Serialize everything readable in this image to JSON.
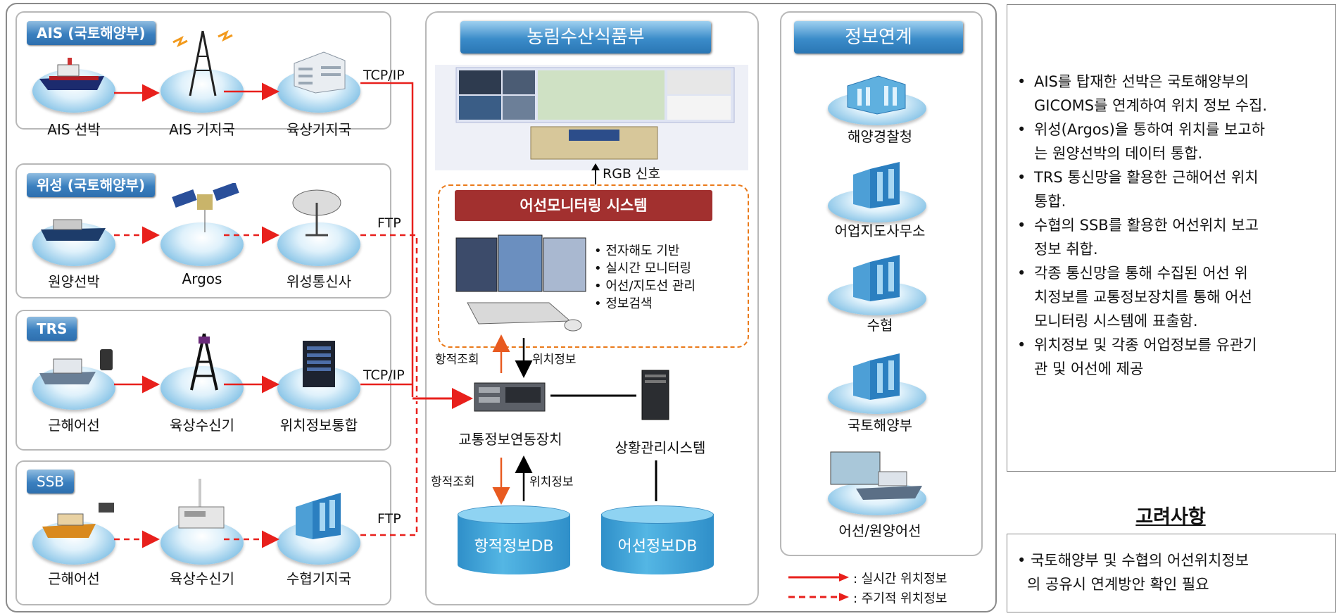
{
  "groups": {
    "ais": {
      "title": "AIS (국토해양부)",
      "nodes": [
        "AIS 선박",
        "AIS 기지국",
        "육상기지국"
      ],
      "link": "TCP/IP"
    },
    "sat": {
      "title": "위성 (국토해양부)",
      "nodes": [
        "원양선박",
        "Argos",
        "위성통신사"
      ],
      "link": "FTP"
    },
    "trs": {
      "title": "TRS",
      "nodes": [
        "근해어선",
        "육상수신기",
        "위치정보통합"
      ],
      "link": "TCP/IP"
    },
    "ssb": {
      "title": "SSB",
      "nodes": [
        "근해어선",
        "육상수신기",
        "수협기지국"
      ],
      "link": "FTP"
    }
  },
  "center": {
    "title": "농림수산식품부",
    "rgb": "RGB 신호",
    "system": "어선모니터링 시스템",
    "features": [
      "전자해도 기반",
      "실시간 모니터링",
      "어선/지도선 관리",
      "정보검색"
    ],
    "arrow_left_1": "항적조회",
    "arrow_right_1": "위치정보",
    "traffic": "교통정보연동장치",
    "situation": "상황관리시스템",
    "arrow_left_2": "항적조회",
    "arrow_right_2": "위치정보",
    "db1": "항적정보DB",
    "db2": "어선정보DB"
  },
  "link_panel": {
    "title": "정보연계",
    "items": [
      "해양경찰청",
      "어업지도사무소",
      "수협",
      "국토해양부",
      "어선/원양어선"
    ]
  },
  "legend": {
    "realtime": ": 실시간 위치정보",
    "periodic": ": 주기적 위치정보"
  },
  "info": {
    "bullet": "•",
    "items": [
      [
        "AIS를 탑재한 선박은 국토해양부의",
        "GICOMS를 연계하여 위치 정보 수집."
      ],
      [
        "위성(Argos)을 통하여 위치를 보고하",
        "는 원양선박의 데이터 통합."
      ],
      [
        "TRS 통신망을 활용한 근해어선 위치",
        "통합."
      ],
      [
        "수협의 SSB를 활용한 어선위치 보고",
        "정보 취합."
      ],
      [
        "각종 통신망을 통해 수집된 어선 위",
        "치정보를 교통정보장치를 통해 어선",
        "모니터링 시스템에 표출함."
      ],
      [
        "위치정보 및 각종 어업정보를 유관기",
        "관 및 어선에 제공"
      ]
    ]
  },
  "consider": {
    "title": "고려사항",
    "bullet": "•",
    "lines": [
      "국토해양부 및 수협의 어선위치정보",
      "의 공유시 연계방안 확인 필요"
    ]
  },
  "colors": {
    "realtime": "#e8201c",
    "periodic": "#e8201c",
    "tag": "#3a7fbf",
    "system": "#a2302f",
    "dashed_box": "#ea7a1a"
  }
}
